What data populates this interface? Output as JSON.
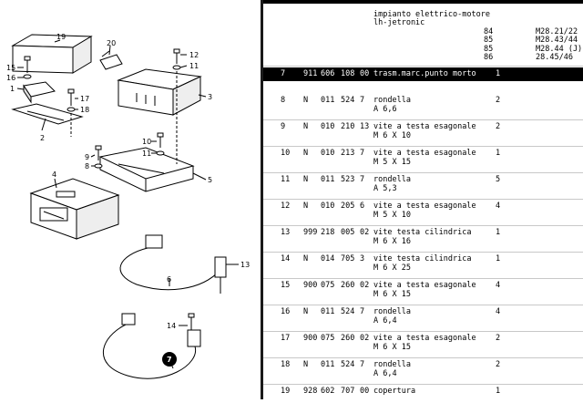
{
  "header": {
    "title_line1": "impianto elettrico-motore",
    "title_line2": "lh-jetronic",
    "years": [
      {
        "year": "84",
        "model": "M28.21/22"
      },
      {
        "year": "85",
        "model": "M28.43/44"
      },
      {
        "year": "85",
        "model": "M28.44 (J)"
      },
      {
        "year": "86",
        "model": "28.45/46"
      }
    ]
  },
  "rows": [
    {
      "pos": "7",
      "p1": "911",
      "p2": "606",
      "p3": "108",
      "p4": "00",
      "desc": "trasm.marc.punto morto",
      "desc2": "",
      "qty": "1",
      "selected": true
    },
    {
      "pos": "8",
      "p1": "N",
      "p2": "011",
      "p3": "524",
      "p4": "7",
      "desc": "rondella",
      "desc2": "A 6,6",
      "qty": "2"
    },
    {
      "pos": "9",
      "p1": "N",
      "p2": "010",
      "p3": "210",
      "p4": "13",
      "desc": "vite a testa esagonale",
      "desc2": "M 6 X 10",
      "qty": "2"
    },
    {
      "pos": "10",
      "p1": "N",
      "p2": "010",
      "p3": "213",
      "p4": "7",
      "desc": "vite a testa esagonale",
      "desc2": "M 5 X 15",
      "qty": "1"
    },
    {
      "pos": "11",
      "p1": "N",
      "p2": "011",
      "p3": "523",
      "p4": "7",
      "desc": "rondella",
      "desc2": "A 5,3",
      "qty": "5"
    },
    {
      "pos": "12",
      "p1": "N",
      "p2": "010",
      "p3": "205",
      "p4": "6",
      "desc": "vite a testa esagonale",
      "desc2": "M 5 X 10",
      "qty": "4"
    },
    {
      "pos": "13",
      "p1": "999",
      "p2": "218",
      "p3": "005",
      "p4": "02",
      "desc": "vite testa cilindrica",
      "desc2": "M 6 X 16",
      "qty": "1"
    },
    {
      "pos": "14",
      "p1": "N",
      "p2": "014",
      "p3": "705",
      "p4": "3",
      "desc": "vite testa cilindrica",
      "desc2": "M 6 X 25",
      "qty": "1"
    },
    {
      "pos": "15",
      "p1": "900",
      "p2": "075",
      "p3": "260",
      "p4": "02",
      "desc": "vite a testa esagonale",
      "desc2": "M 6 X 15",
      "qty": "4"
    },
    {
      "pos": "16",
      "p1": "N",
      "p2": "011",
      "p3": "524",
      "p4": "7",
      "desc": "rondella",
      "desc2": "A 6,4",
      "qty": "4"
    },
    {
      "pos": "17",
      "p1": "900",
      "p2": "075",
      "p3": "260",
      "p4": "02",
      "desc": "vite a testa esagonale",
      "desc2": "M 6 X 15",
      "qty": "2"
    },
    {
      "pos": "18",
      "p1": "N",
      "p2": "011",
      "p3": "524",
      "p4": "7",
      "desc": "rondella",
      "desc2": "A 6,4",
      "qty": "2"
    },
    {
      "pos": "19",
      "p1": "928",
      "p2": "602",
      "p3": "707",
      "p4": "00",
      "desc": "copertura",
      "desc2": "",
      "qty": "1"
    }
  ],
  "diagram": {
    "callouts": [
      "19",
      "20",
      "12",
      "11",
      "15",
      "16",
      "1",
      "17",
      "18",
      "2",
      "3",
      "10",
      "11",
      "9",
      "8",
      "5",
      "4",
      "13",
      "6",
      "14",
      "7"
    ]
  }
}
